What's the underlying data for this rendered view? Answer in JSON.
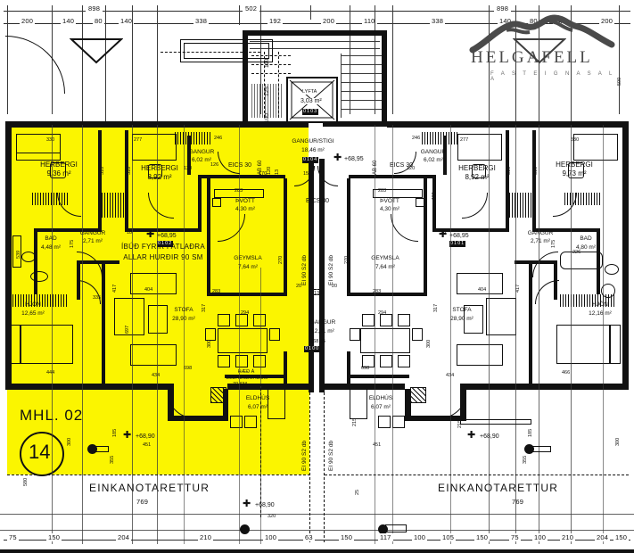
{
  "document": {
    "type": "architectural-floor-plan",
    "title": "MHL. 02",
    "unit_number": "14",
    "language": "is",
    "colors": {
      "highlight": "#fbf500",
      "ink": "#111111",
      "logo_text": "#4a4a4a",
      "paper": "#ffffff"
    }
  },
  "logo": {
    "name": "HELGAFELL",
    "subtitle": "F A S T E I G N A S A L A",
    "mark": "mountain-silhouette"
  },
  "plan_labels": {
    "block_label": "MHL. 02",
    "unit_badge": "14",
    "private_area_left": "EINKANOTARETTUR",
    "private_area_right": "EINKANOTARETTUR",
    "private_area_width_left": "769",
    "private_area_width_right": "769",
    "accessibility_note_line1": "ÍBÚÐ FYRIR FATLAÐRA",
    "accessibility_note_line2": "ALLAR HURÐIR 90 SM",
    "counter_note_line1": "HÆÐ Á",
    "counter_note_line2": "ELDHÚSBORÐUM",
    "counter_note_line3": "70 SM"
  },
  "rooms": {
    "left_unit": [
      {
        "name": "HERBERGI",
        "area": "9,36 m²"
      },
      {
        "name": "HERBERGI",
        "area": "8,92 m²"
      },
      {
        "name": "GANGUR",
        "area": "6,02 m²"
      },
      {
        "name": "BAD",
        "area": "4,48 m²"
      },
      {
        "name": "GANGUR",
        "area": "2,71 m²"
      },
      {
        "name": "HJÓN",
        "area": "12,65 m²"
      },
      {
        "name": "ÞVOTT",
        "area": "4,30 m²"
      },
      {
        "name": "GEYMSLA",
        "area": "7,64 m²"
      },
      {
        "name": "STOFA",
        "area": "28,90 m²"
      },
      {
        "name": "ELDHÚS",
        "area": "6,07 m²"
      }
    ],
    "right_unit": [
      {
        "name": "HERBERGI",
        "area": "9,73 m²"
      },
      {
        "name": "HERBERGI",
        "area": "8,92 m²"
      },
      {
        "name": "GANGUR",
        "area": "6,02 m²"
      },
      {
        "name": "BAD",
        "area": "4,80 m²"
      },
      {
        "name": "GANGUR",
        "area": "2,71 m²"
      },
      {
        "name": "HJÓN",
        "area": "12,16 m²"
      },
      {
        "name": "ÞVOTT",
        "area": "4,30 m²"
      },
      {
        "name": "GEYMSLA",
        "area": "7,64 m²"
      },
      {
        "name": "STOFA",
        "area": "28,90 m²"
      },
      {
        "name": "ELDHÚS",
        "area": "6,07 m²"
      }
    ],
    "common": [
      {
        "name": "GANGUR/STIGI",
        "area": "18,46 m²"
      },
      {
        "name": "LYFTA",
        "area": "3,03 m²"
      },
      {
        "name": "GANGUR",
        "area": "12,71 m²"
      }
    ]
  },
  "elevations": {
    "stair_level": "+68,95",
    "corridor_level": "+68,95",
    "left_corridor_level": "+68,95",
    "right_corridor_level": "+68,95",
    "terrace_left": "+68,90",
    "terrace_right": "+68,90",
    "terrace_center": "+68,90"
  },
  "fire_tags": {
    "left_eics": "EICS 30",
    "left_eics2": "EICS 30",
    "center_eics_left": "EICS 30",
    "center_eics_right": "EICS 30",
    "door_left": "EI 90 S2 db",
    "door_right": "EI 90 S2 db",
    "door_left2": "EI 90 S2 db",
    "door_right2": "EI 90 S2 db",
    "ab60_left": "AB 60",
    "ab60_right": "AB 60"
  },
  "door_codes": {
    "stair_door": "0104",
    "elevator_door": "0103",
    "left_unit_door": "0102",
    "right_unit_door": "0101",
    "corridor_door": "0100"
  },
  "dimensions": {
    "top_row1": [
      "898",
      "502",
      "898"
    ],
    "top_row2": [
      "200",
      "140",
      "80",
      "140",
      "338",
      "192",
      "200",
      "110",
      "338",
      "140",
      "80",
      "140",
      "200"
    ],
    "bottom_row": [
      "75",
      "150",
      "204",
      "210",
      "100",
      "63",
      "150",
      "117",
      "100",
      "105",
      "150",
      "75",
      "100",
      "210",
      "204",
      "150",
      "75"
    ],
    "left_vertical": [
      "300",
      "185",
      "580"
    ],
    "right_vertical": [
      "500",
      "300",
      "185"
    ],
    "interior_samples": [
      "310",
      "310",
      "330",
      "277",
      "246",
      "120",
      "126",
      "151",
      "155",
      "283",
      "270",
      "317",
      "130",
      "20",
      "20",
      "11",
      "404",
      "417",
      "697",
      "434",
      "698",
      "294",
      "300",
      "230",
      "215",
      "25",
      "355",
      "451",
      "320",
      "333",
      "254",
      "226",
      "466",
      "444",
      "539",
      "175",
      "170",
      "15",
      "18",
      "13",
      "120",
      "335",
      "302",
      "110",
      "125",
      "100"
    ]
  },
  "axis_marks": {
    "left_top": "898",
    "center_top": "502",
    "right_top": "898",
    "right_side_500": "500",
    "right_side_300": "300"
  }
}
